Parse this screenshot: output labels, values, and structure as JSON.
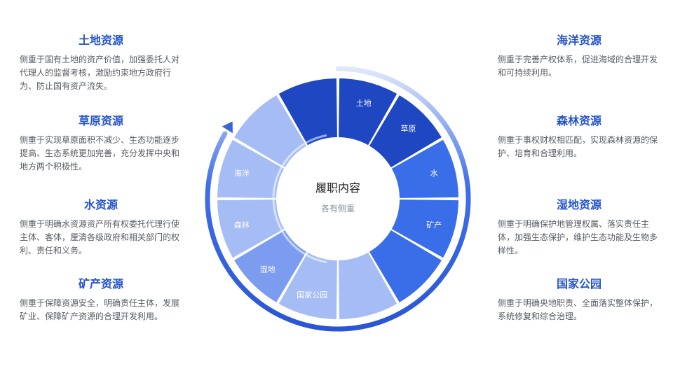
{
  "center": {
    "title": "履职内容",
    "subtitle": "各有侧重"
  },
  "left_blocks": [
    {
      "title": "土地资源",
      "desc": "侧重于国有土地的资产价值，加强委托人对代理人的监督考核，激励约束地方政府行为、防止国有资产流失。"
    },
    {
      "title": "草原资源",
      "desc": "侧重于实现草原面积不减少、生态功能逐步提高、生态系统更加完善，充分发挥中央和地方两个积极性。"
    },
    {
      "title": "水资源",
      "desc": "侧重于明确水资源资产所有权委托代理行使主体、客体，厘清各级政府和相关部门的权利、责任和义务。"
    },
    {
      "title": "矿产资源",
      "desc": "侧重于保障资源安全，明确责任主体，发展矿业、保障矿产资源的合理开发利用。"
    }
  ],
  "right_blocks": [
    {
      "title": "海洋资源",
      "desc": "侧重于完善产权体系，促进海域的合理开发和可持续利用。"
    },
    {
      "title": "森林资源",
      "desc": "侧重于事权财权相匹配，实现森林资源的保护、培育和合理利用。"
    },
    {
      "title": "湿地资源",
      "desc": "侧重于明确保护地管理权属、落实责任主体，加强生态保护，维护生态功能及生物多样性。"
    },
    {
      "title": "国家公园",
      "desc": "侧重于明确央地职责、全面落实整体保护，系统修复和综合治理。"
    }
  ],
  "segments": [
    {
      "label": "",
      "color": "#1f47c2"
    },
    {
      "label": "土地",
      "color": "#1f47c2"
    },
    {
      "label": "草原",
      "color": "#1f47c2"
    },
    {
      "label": "水",
      "color": "#3a6ee8"
    },
    {
      "label": "矿产",
      "color": "#3a6ee8"
    },
    {
      "label": "",
      "color": "#3a6ee8"
    },
    {
      "label": "",
      "color": "#a5bcf5"
    },
    {
      "label": "国家公园",
      "color": "#a5bcf5"
    },
    {
      "label": "湿地",
      "color": "#7c9cf0"
    },
    {
      "label": "森林",
      "color": "#a5bcf5"
    },
    {
      "label": "海洋",
      "color": "#a5bcf5"
    },
    {
      "label": "",
      "color": "#a5bcf5"
    }
  ],
  "colors": {
    "accent": "#2453c9",
    "dark_blue": "#1f47c2",
    "mid_blue": "#3a6ee8",
    "light_blue": "#a5bcf5",
    "text_gray": "#555a63"
  }
}
